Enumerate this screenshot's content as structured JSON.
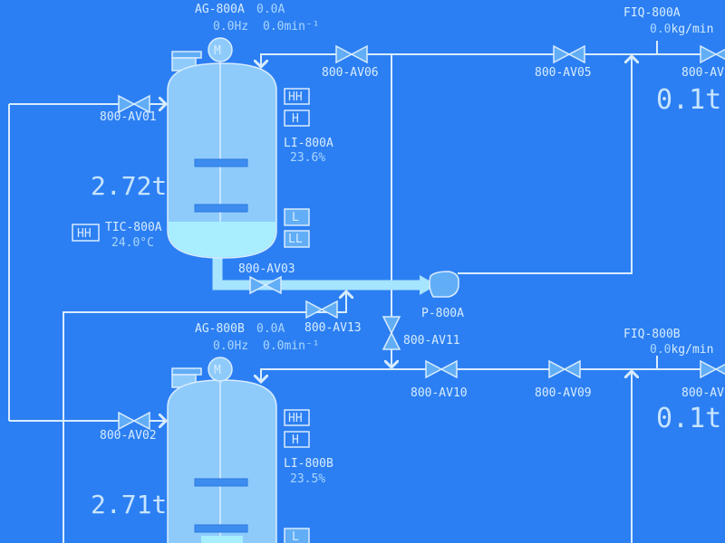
{
  "colors": {
    "background": "#2c7ff2",
    "line": "#d8ecff",
    "tank": "#8ecbfb",
    "liquid": "#a8eeff",
    "valve": "#62aef6"
  },
  "unitA": {
    "agitator": "AG-800A",
    "current": "0.0A",
    "freq": "0.0Hz",
    "speed": "0.0min⁻¹",
    "motor": "M",
    "weight": "2.72t",
    "level_tag": "LI-800A",
    "level": "23.6%",
    "level_fraction": 0.236,
    "temp_tag": "TIC-800A",
    "temp": "24.0°C",
    "temp_alarm": "HH",
    "alarms_high": [
      "HH",
      "H"
    ],
    "alarms_low": [
      "L",
      "LL"
    ],
    "flow_tag": "FIQ-800A",
    "flow": "0.0",
    "flow_unit": "kg/min",
    "total": "0.1t"
  },
  "unitB": {
    "agitator": "AG-800B",
    "current": "0.0A",
    "freq": "0.0Hz",
    "speed": "0.0min⁻¹",
    "motor": "M",
    "weight": "2.71t",
    "level_tag": "LI-800B",
    "level": "23.5%",
    "level_fraction": 0.235,
    "alarms_high": [
      "HH",
      "H"
    ],
    "alarms_low": [
      "L"
    ],
    "flow_tag": "FIQ-800B",
    "flow": "0.0",
    "flow_unit": "kg/min",
    "total": "0.1t"
  },
  "valves": {
    "av01": "800-AV01",
    "av02": "800-AV02",
    "av03": "800-AV03",
    "av05": "800-AV05",
    "av06": "800-AV06",
    "av09": "800-AV09",
    "av10": "800-AV10",
    "av11": "800-AV11",
    "av13": "800-AV13",
    "right_top": "800-AV",
    "right_bottom": "800-AV"
  },
  "pump": "P-800A"
}
